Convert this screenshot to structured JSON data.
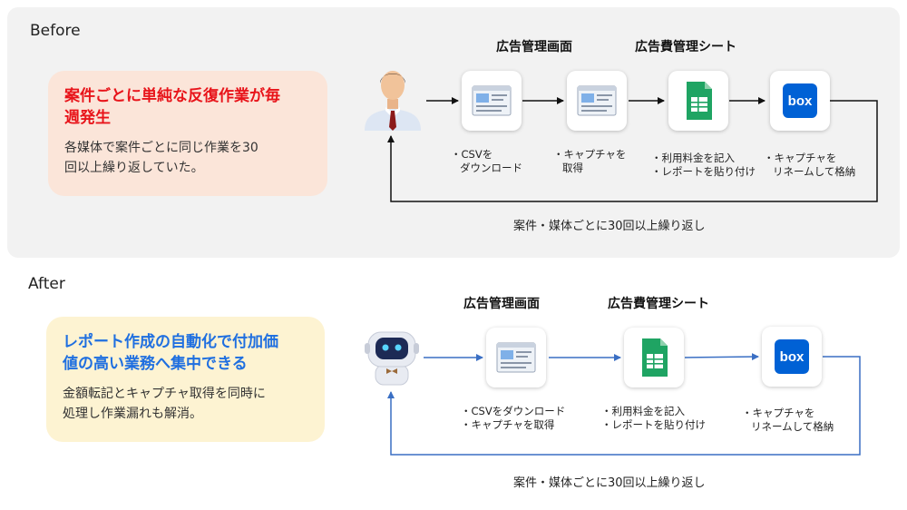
{
  "before": {
    "label": "Before",
    "callout": {
      "headline": [
        "案件ごとに単純な反復作業が毎",
        "週発生"
      ],
      "desc": [
        "各媒体で案件ごとに同じ作業を30",
        "回以上繰り返していた。"
      ]
    },
    "tools": {
      "ad_screen": "広告管理画面",
      "cost_sheet": "広告費管理シート"
    },
    "steps": {
      "csv": [
        "・CSVを",
        "ダウンロード"
      ],
      "capture": [
        "・キャプチャを",
        "取得"
      ],
      "sheet": [
        "・利用料金を記入",
        "・レポートを貼り付け"
      ],
      "box": [
        "・キャプチャを",
        "リネームして格納"
      ]
    },
    "loop": "案件・媒体ごとに30回以上繰り返し",
    "box_logo": "box"
  },
  "after": {
    "label": "After",
    "callout": {
      "headline": [
        "レポート作成の自動化で付加価",
        "値の高い業務へ集中できる"
      ],
      "desc": [
        "金額転記とキャプチャ取得を同時に",
        "処理し作業漏れも解消。"
      ]
    },
    "tools": {
      "ad_screen": "広告管理画面",
      "cost_sheet": "広告費管理シート"
    },
    "steps": {
      "screen": [
        "・CSVをダウンロード",
        "・キャプチャを取得"
      ],
      "sheet": [
        "・利用料金を記入",
        "・レポートを貼り付け"
      ],
      "box": [
        "・キャプチャを",
        "リネームして格納"
      ]
    },
    "loop": "案件・媒体ごとに30回以上繰り返し",
    "box_logo": "box"
  },
  "colors": {
    "headline_red": "#e8141a",
    "headline_blue": "#1f6fe0",
    "callout_before_bg": "#fbe5d9",
    "callout_after_bg": "#fdf3d2",
    "arrow_after": "#3a6fc4",
    "sheets_green": "#1fa463",
    "box_blue": "#0061d5"
  }
}
